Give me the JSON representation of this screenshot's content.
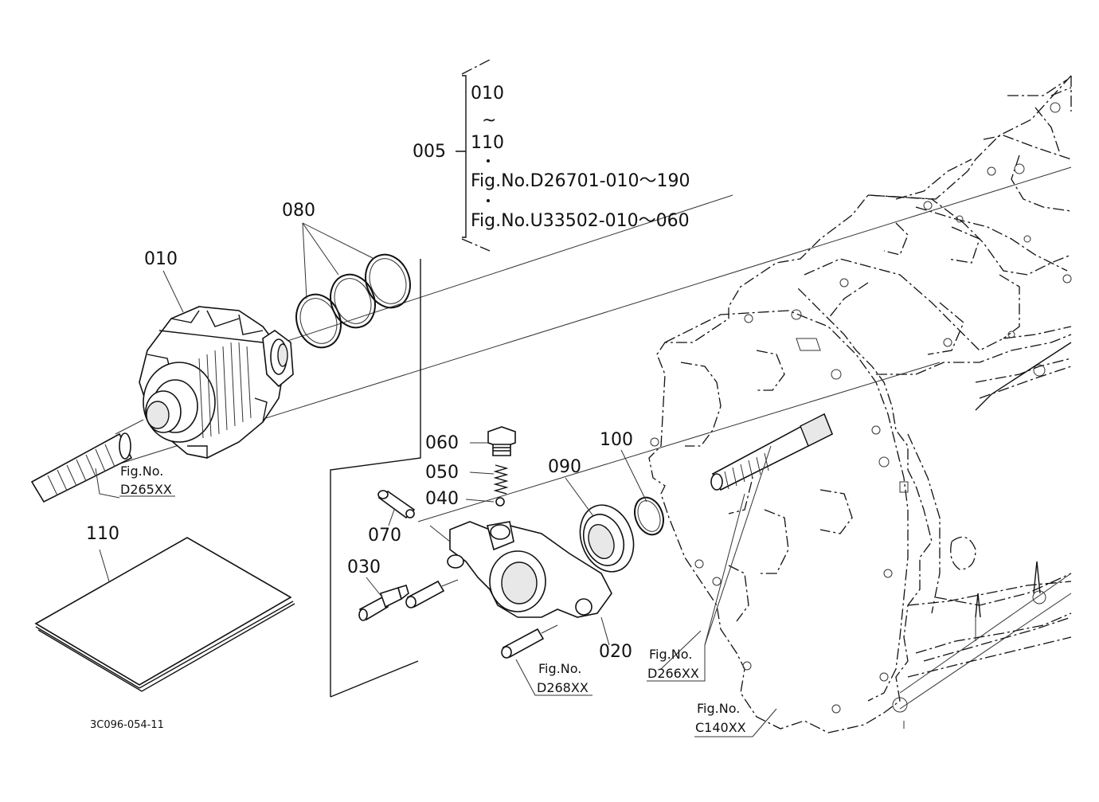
{
  "parts": {
    "p010": "010",
    "p080": "080",
    "p060": "060",
    "p050": "050",
    "p040": "040",
    "p070": "070",
    "p030": "030",
    "p020": "020",
    "p090": "090",
    "p100": "100",
    "p110": "110",
    "p005": "005"
  },
  "reference_block": {
    "line1": "010",
    "line2": "~",
    "line3": "110",
    "line4": "Fig.No.D26701-010～190",
    "line5": "Fig.No.U33502-010～060"
  },
  "fig_refs": {
    "d265": {
      "label": "Fig.No.",
      "code": "D265XX"
    },
    "d268": {
      "label": "Fig.No.",
      "code": "D268XX"
    },
    "d266": {
      "label": "Fig.No.",
      "code": "D266XX"
    },
    "c140": {
      "label": "Fig.No.",
      "code": "C140XX"
    }
  },
  "drawing_code": "3C096-054-11"
}
